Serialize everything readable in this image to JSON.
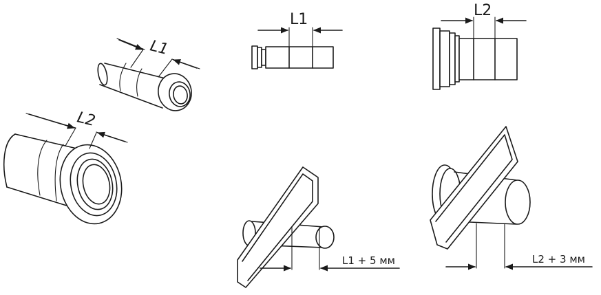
{
  "labels": {
    "l1": "L1",
    "l2": "L2",
    "l1_plus": "L1 + 5 мм",
    "l2_plus": "L2 + 3 мм"
  }
}
